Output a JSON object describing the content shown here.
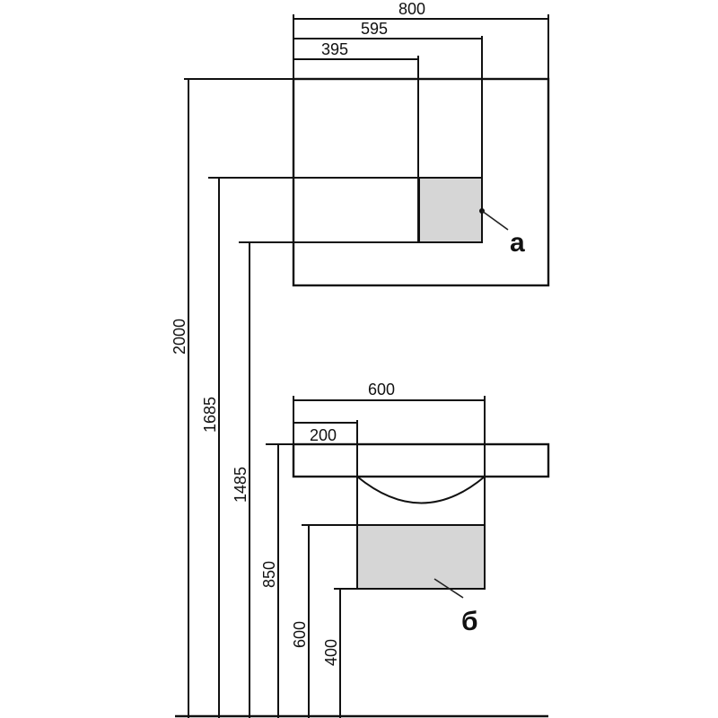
{
  "colors": {
    "line": "#111111",
    "shaded": "#d6d6d6",
    "background": "#ffffff"
  },
  "top_unit": {
    "width_labels": [
      "800",
      "595",
      "395"
    ],
    "callout": "а"
  },
  "bottom_unit": {
    "width_labels": [
      "600",
      "200"
    ],
    "callout": "б"
  },
  "heights": [
    "2000",
    "1685",
    "1485",
    "850",
    "600",
    "400"
  ]
}
